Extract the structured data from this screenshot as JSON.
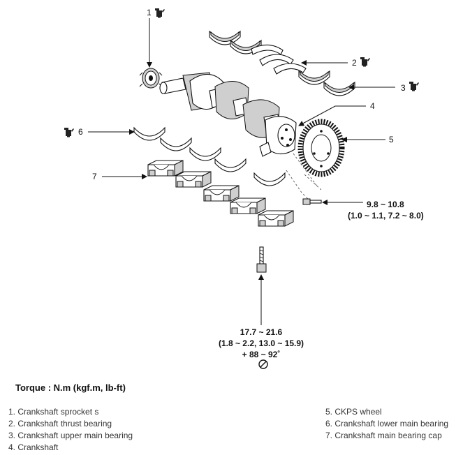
{
  "callouts": {
    "c1": "1",
    "c2": "2",
    "c3": "3",
    "c4": "4",
    "c5": "5",
    "c6": "6",
    "c7": "7"
  },
  "torque_values": {
    "ckps_line1": "9.8 ~ 10.8",
    "ckps_line2": "(1.0 ~ 1.1, 7.2 ~ 8.0)",
    "cap_line1": "17.7 ~ 21.6",
    "cap_line2": "(1.8 ~ 2.2, 13.0 ~ 15.9)",
    "cap_line3": "+ 88 ~ 92˚"
  },
  "icons": {
    "oil_icon": "engine-oil-icon",
    "no_reuse_icon": "prohibition-icon"
  },
  "torque_heading": "Torque : N.m (kgf.m, lb-ft)",
  "legend_left": [
    "1. Crankshaft sprocket s",
    "2. Crankshaft thrust bearing",
    "3. Crankshaft upper main bearing",
    "4. Crankshaft"
  ],
  "legend_right": [
    "5. CKPS wheel",
    "6. Crankshaft lower main bearing",
    "7. Crankshaft main bearing cap"
  ]
}
